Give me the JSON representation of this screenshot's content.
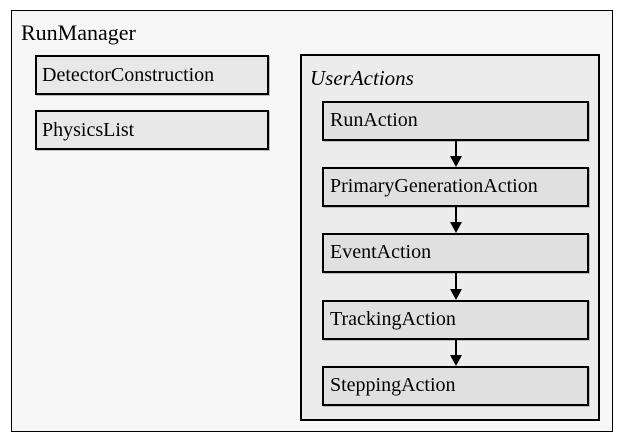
{
  "run_manager": {
    "label": "RunManager"
  },
  "detector_construction": {
    "label": "DetectorConstruction"
  },
  "physics_list": {
    "label": "PhysicsList"
  },
  "user_actions": {
    "label": "UserActions",
    "actions": [
      {
        "label": "RunAction"
      },
      {
        "label": "PrimaryGenerationAction"
      },
      {
        "label": "EventAction"
      },
      {
        "label": "TrackingAction"
      },
      {
        "label": "SteppingAction"
      }
    ]
  }
}
